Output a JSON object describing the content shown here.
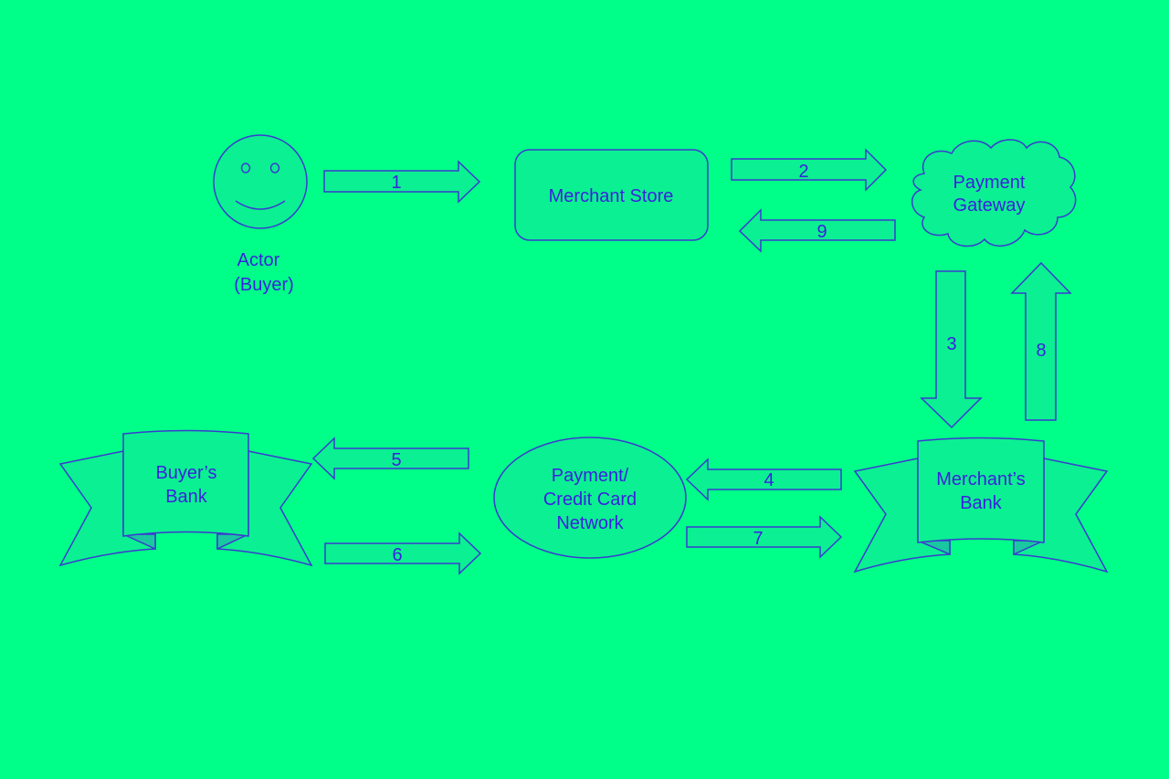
{
  "diagram": {
    "nodes": {
      "actor": {
        "label_line1": "Actor",
        "label_line2": "(Buyer)",
        "icon": "smiley-face-icon"
      },
      "merchant_store": {
        "label": "Merchant Store"
      },
      "payment_gateway": {
        "label_line1": "Payment",
        "label_line2": "Gateway",
        "shape": "cloud"
      },
      "buyers_bank": {
        "label_line1": "Buyer’s",
        "label_line2": "Bank",
        "shape": "ribbon"
      },
      "card_network": {
        "label_line1": "Payment/",
        "label_line2": "Credit Card",
        "label_line3": "Network",
        "shape": "ellipse"
      },
      "merchants_bank": {
        "label_line1": "Merchant’s",
        "label_line2": "Bank",
        "shape": "ribbon"
      }
    },
    "arrows": [
      {
        "step": "1",
        "from": "Actor (Buyer)",
        "to": "Merchant Store"
      },
      {
        "step": "2",
        "from": "Merchant Store",
        "to": "Payment Gateway"
      },
      {
        "step": "3",
        "from": "Payment Gateway",
        "to": "Merchant's Bank"
      },
      {
        "step": "4",
        "from": "Merchant's Bank",
        "to": "Payment/Credit Card Network"
      },
      {
        "step": "5",
        "from": "Payment/Credit Card Network",
        "to": "Buyer's Bank"
      },
      {
        "step": "6",
        "from": "Buyer's Bank",
        "to": "Payment/Credit Card Network"
      },
      {
        "step": "7",
        "from": "Payment/Credit Card Network",
        "to": "Merchant's Bank"
      },
      {
        "step": "8",
        "from": "Merchant's Bank",
        "to": "Payment Gateway"
      },
      {
        "step": "9",
        "from": "Payment Gateway",
        "to": "Merchant Store"
      }
    ],
    "colors": {
      "background": "#00ff88",
      "stroke": "#3a3ad0",
      "text": "#3b1fe0",
      "fold": "#19c7a0"
    }
  }
}
